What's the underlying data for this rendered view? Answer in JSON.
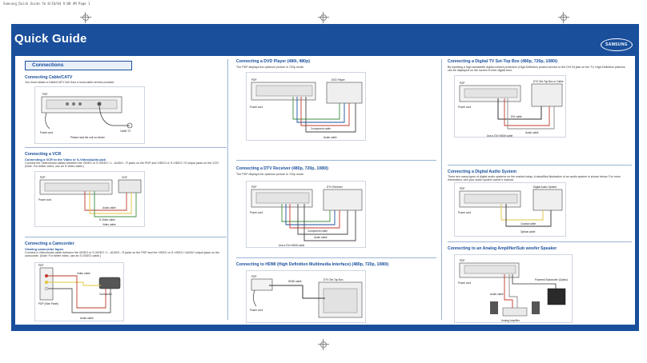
{
  "print_header": "Samsung_Quick Guide.fm  8/18/04  9:08 AM  Page 1",
  "title": "Quick Guide",
  "brand": "SAMSUNG",
  "connections_tag": "Connections",
  "col1": {
    "cable": {
      "title": "Connecting Cable/CATV",
      "text": "You must obtain a Cable/CATV line from a local cable service provider.",
      "labels": {
        "pdp": "PDP",
        "power_cord": "Power cord",
        "cable_tv": "Cable TV",
        "plug_note": "Please read the unit on device"
      }
    },
    "vcr": {
      "title": "Connecting a VCR",
      "sub": "Connecting a VCR to the Video or S-Video/Audio jack",
      "text": "Connect the Video/Audio cables between the VIDEO or S-VIDEO / L - AUDIO - R jacks on the PDP and VIDEO or S-VIDEO / R output jacks on the VCR. (Note: For better video, use an S-Video cable.)",
      "labels": {
        "pdp": "PDP",
        "power_cord": "Power cord",
        "vcr": "VCR",
        "audio_cable": "Audio cable",
        "svideo_cable": "S-Video cable",
        "video_cable": "Video cable"
      }
    },
    "camcorder": {
      "title": "Connecting a Camcorder",
      "sub": "Viewing camcorder tapes",
      "text": "Connect a Video/Audio cable between the VIDEO or S-VIDEO / L - AUDIO - R jacks on the PDP and the VIDEO or S-VIDEO / AUDIO output jacks on the camcorder. (Note: For better video, use an S-VIDEO cable.)",
      "labels": {
        "pdp": "PDP",
        "side_panel": "PDP (Side Panel)",
        "video_cable": "Video cable",
        "camcorder": "Camcorder",
        "audio_cable": "Audio cable"
      }
    }
  },
  "col2": {
    "dvd": {
      "title": "Connecting a DVD Player (480i, 480p)",
      "text": "The PDP displays the optimum picture in 720p mode.",
      "labels": {
        "pdp": "PDP",
        "power_cord": "Power cord",
        "dvd_player": "DVD Player",
        "component_cable": "Component cable",
        "audio_cable": "Audio cable"
      }
    },
    "dtv": {
      "title": "Connecting a DTV Receiver (480p, 720p, 1080i)",
      "text": "The PDP displays the optimum picture in 720p mode.",
      "labels": {
        "pdp": "PDP",
        "power_cord": "Power cord",
        "dtv_receiver": "DTV Receiver",
        "component_cable": "Component cable",
        "audio_cable": "Audio cable",
        "dvi_cable": "Use a DVI-HDMI cable"
      }
    },
    "hdmi": {
      "title": "Connecting to HDMI (High Definition Multimedia Interface) (480p, 720p, 1080i)",
      "labels": {
        "pdp": "PDP",
        "power_cord": "Power cord",
        "hdmi_cable": "HDMI cable",
        "stb": "DTV Set-Top Box"
      }
    }
  },
  "col3": {
    "stb": {
      "title": "Connecting a Digital TV Set-Top Box (480p, 720p, 1080i)",
      "text": "By inputting a high-bandwidth digital content protection (High-Definition protect service to the DVI IN jack on the TV, High-Definition pictures can be displayed on the screen in their digital form.",
      "labels": {
        "pdp": "PDP",
        "power_cord": "Power cord",
        "dvi_cable": "DVI cable",
        "audio_cable": "Audio cable",
        "set_top": "DTV Set-Top Box or Cable",
        "dvi_hdmi": "Use a DVI-HDMI cable"
      }
    },
    "digital_audio": {
      "title": "Connecting a Digital Audio System",
      "text": "There are many types of digital audio systems on the market today. A simplified illustration of an audio system is shown below. For more information, see your audio system owner's manual.",
      "labels": {
        "pdp": "PDP",
        "power_cord": "Power cord",
        "audio_system": "Digital Audio System",
        "coaxial_cable": "Coaxial cable",
        "optical_cable": "Optical cable"
      }
    },
    "amplifier": {
      "title": "Connecting to an Analog Amplifier/Sub woofer Speaker",
      "labels": {
        "pdp": "PDP",
        "power_cord": "Power cord",
        "audio_cable": "Audio cable",
        "subwoofer": "Powered Subwoofer (Option)",
        "amplifier": "Analog Amplifier"
      }
    }
  },
  "colors": {
    "brand_blue": "#1a4f9c",
    "cable_red": "#c0392b",
    "cable_yellow": "#e2c43a",
    "cable_green": "#3f8f3f"
  }
}
